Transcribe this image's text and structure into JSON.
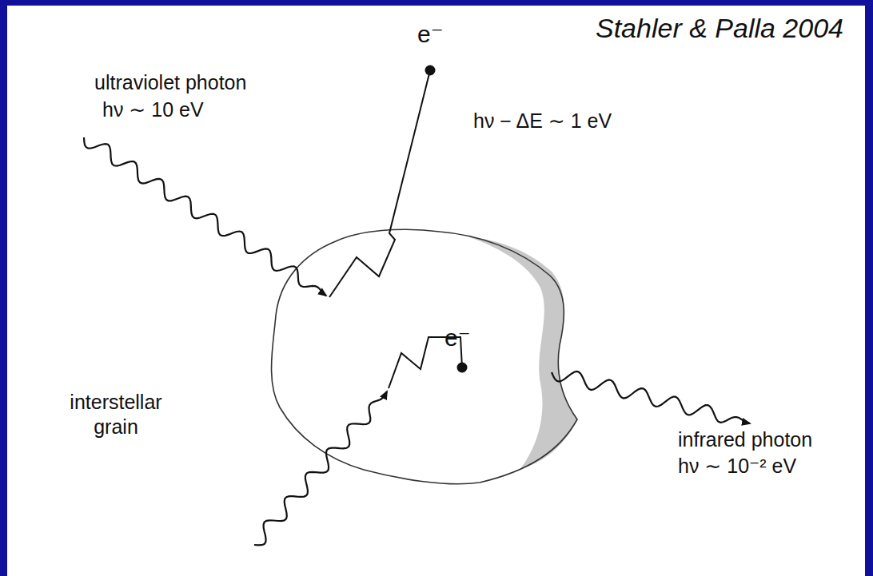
{
  "diagram": {
    "labels": [
      "Stahler & Palla 2004",
      "e⁻",
      "ultraviolet photon",
      "hν ∼ 10 eV",
      "hν − ΔE ∼ 1 eV",
      "e⁻",
      "interstellar grain",
      "infrared photon",
      "hν ∼ 10⁻² eV"
    ]
  }
}
